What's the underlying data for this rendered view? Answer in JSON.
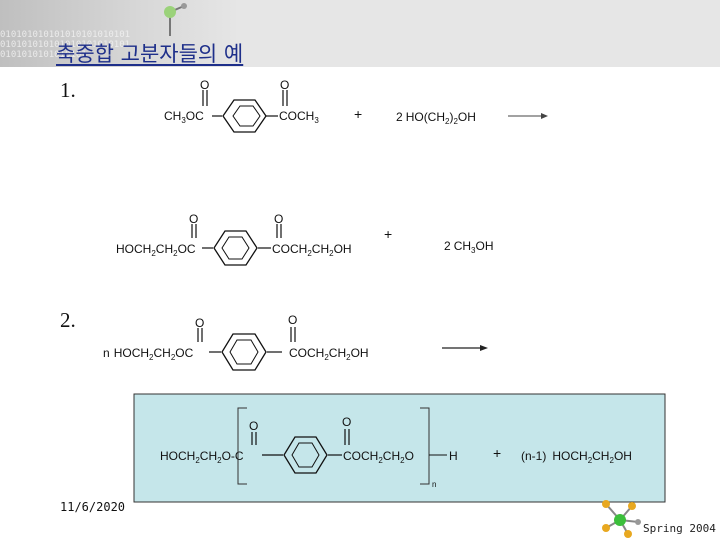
{
  "slide": {
    "title": "축중합 고분자들의 예",
    "binary_pattern": "010101010101010101010101\n010101010101010101010101\n0101010101010101",
    "footer_date": "11/6/2020",
    "footer_text": "Spring 2004"
  },
  "reaction1": {
    "number": "1.",
    "reactant1": {
      "left": "CH3OC",
      "left_sub": "3",
      "right": "COCH3",
      "right_sub": "3",
      "oxygen": "O"
    },
    "plus": "+",
    "reactant2": {
      "coef": "2",
      "formula_pre": "HO(CH",
      "sub1": "2",
      "formula_mid": ")",
      "sub2": "2",
      "formula_post": "OH"
    },
    "product1": {
      "left": "HOCH2CH2OC",
      "right": "COCH2CH2OH",
      "oxygen": "O"
    },
    "product2": {
      "coef": "2",
      "formula": "CH3OH"
    }
  },
  "reaction2": {
    "number": "2.",
    "reactant": {
      "coef": "n",
      "left": "HOCH2CH2OC",
      "right": "COCH2CH2OH",
      "oxygen": "O"
    },
    "product": {
      "left": "HOCH2CH2O-C",
      "right": "COCH2CH2O",
      "end": "H",
      "repeat": "n",
      "oxygen": "O",
      "plus": "+",
      "byproduct": "(n-1)  HOCH2CH2OH"
    },
    "box_color": "#c5e6ea"
  }
}
